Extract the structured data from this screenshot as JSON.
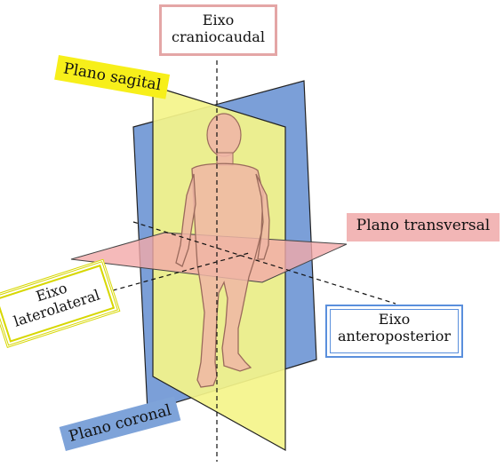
{
  "colors": {
    "sagittal_plane": "#f4f48a",
    "coronal_plane": "#7b9fd8",
    "transverse_plane": "#f2a9a9",
    "skin": "#f0b6a6",
    "sagittal_tag": "#f7ef1a",
    "coronal_tag": "#7ea3d9",
    "transverse_tag": "#f2b6b6",
    "craniocaudal_border": "#e4a6a6",
    "laterolateral_border": "#d7d700",
    "anteroposterior_border": "#5a8fdc"
  },
  "labels": {
    "sagittal_plane": "Plano sagital",
    "coronal_plane": "Plano coronal",
    "transverse_plane": "Plano transversal",
    "craniocaudal_axis": {
      "line1": "Eixo",
      "line2": "craniocaudal"
    },
    "laterolateral_axis": {
      "line1": "Eixo",
      "line2": "laterolateral"
    },
    "anteroposterior_axis": {
      "line1": "Eixo",
      "line2": "anteroposterior"
    }
  }
}
